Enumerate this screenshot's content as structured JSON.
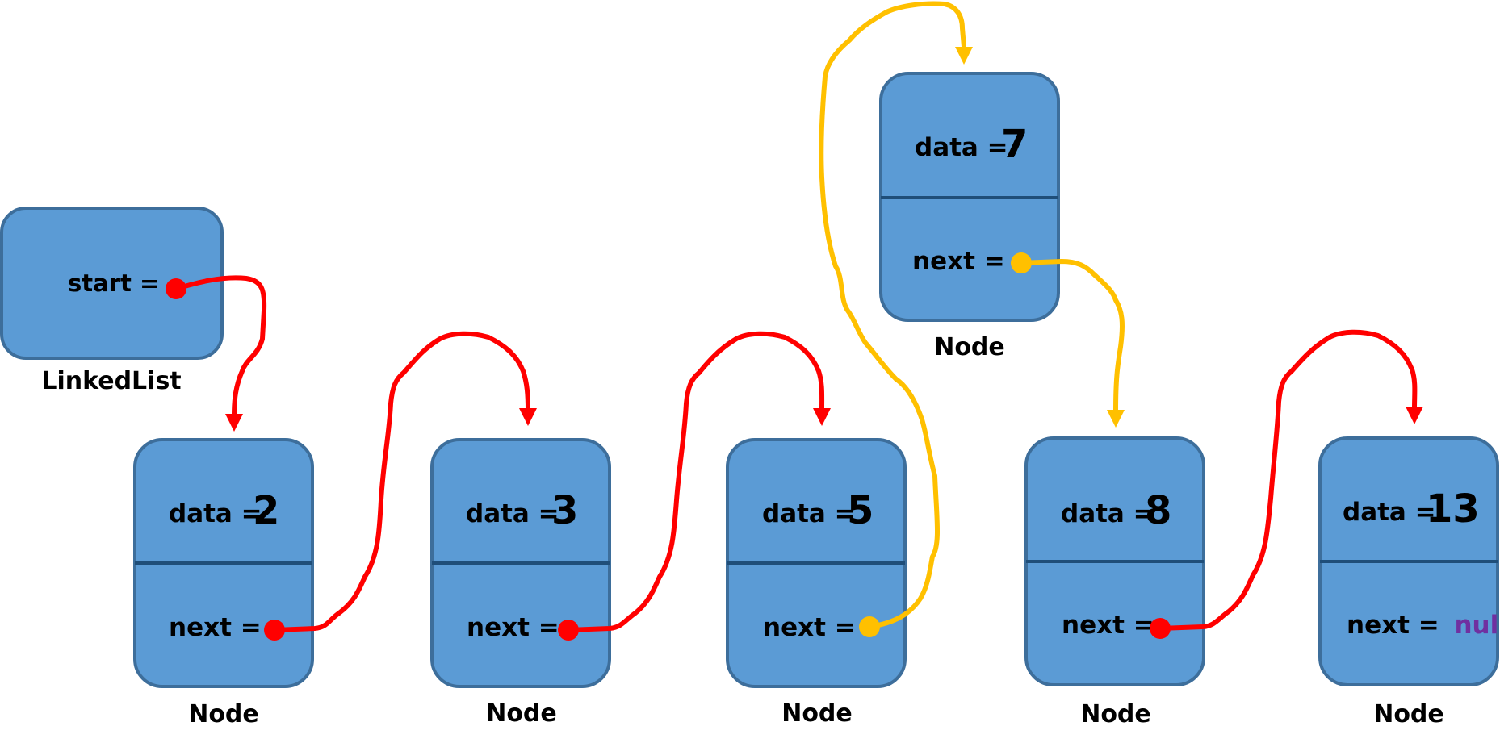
{
  "colors": {
    "node_fill": "#5b9bd5",
    "node_border": "#3d6e9b",
    "divider": "#1f4e79",
    "link_red": "#ff0000",
    "link_orange": "#ffc000",
    "null_color": "#7030a0"
  },
  "linkedlist": {
    "start_label": "start =",
    "caption": "LinkedList"
  },
  "nodes": [
    {
      "data_label": "data =",
      "data_value": "2",
      "next_label": "next =",
      "next_value": "",
      "caption": "Node"
    },
    {
      "data_label": "data =",
      "data_value": "3",
      "next_label": "next =",
      "next_value": "",
      "caption": "Node"
    },
    {
      "data_label": "data =",
      "data_value": "5",
      "next_label": "next =",
      "next_value": "",
      "caption": "Node"
    },
    {
      "data_label": "data =",
      "data_value": "7",
      "next_label": "next =",
      "next_value": "",
      "caption": "Node"
    },
    {
      "data_label": "data =",
      "data_value": "8",
      "next_label": "next =",
      "next_value": "",
      "caption": "Node"
    },
    {
      "data_label": "data =",
      "data_value": "13",
      "next_label": "next =",
      "next_value": "null",
      "caption": "Node"
    }
  ]
}
